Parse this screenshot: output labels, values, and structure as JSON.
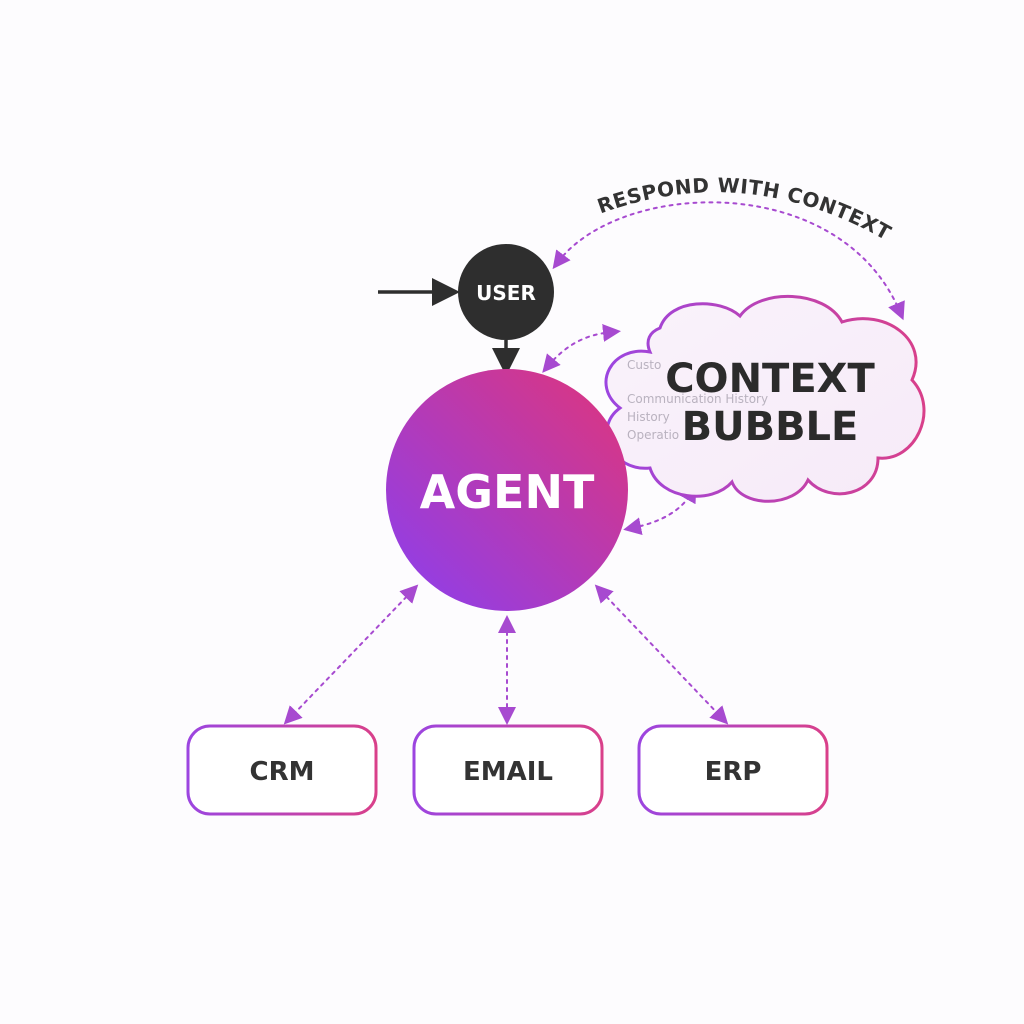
{
  "user": {
    "label": "USER"
  },
  "agent": {
    "label": "AGENT"
  },
  "context_bubble": {
    "title_line1": "CONTEXT",
    "title_line2": "BUBBLE",
    "faint_items": [
      "Custo",
      "Communication History",
      "History",
      "Operatio"
    ]
  },
  "arc": {
    "label": "RESPOND WITH CONTEXT"
  },
  "systems": [
    {
      "label": "CRM"
    },
    {
      "label": "EMAIL"
    },
    {
      "label": "ERP"
    }
  ],
  "colors": {
    "gradient_start": "#8a3ff0",
    "gradient_end": "#e0357a",
    "dark_node": "#2e2e2e",
    "dashed_connector": "#a74ad0"
  }
}
